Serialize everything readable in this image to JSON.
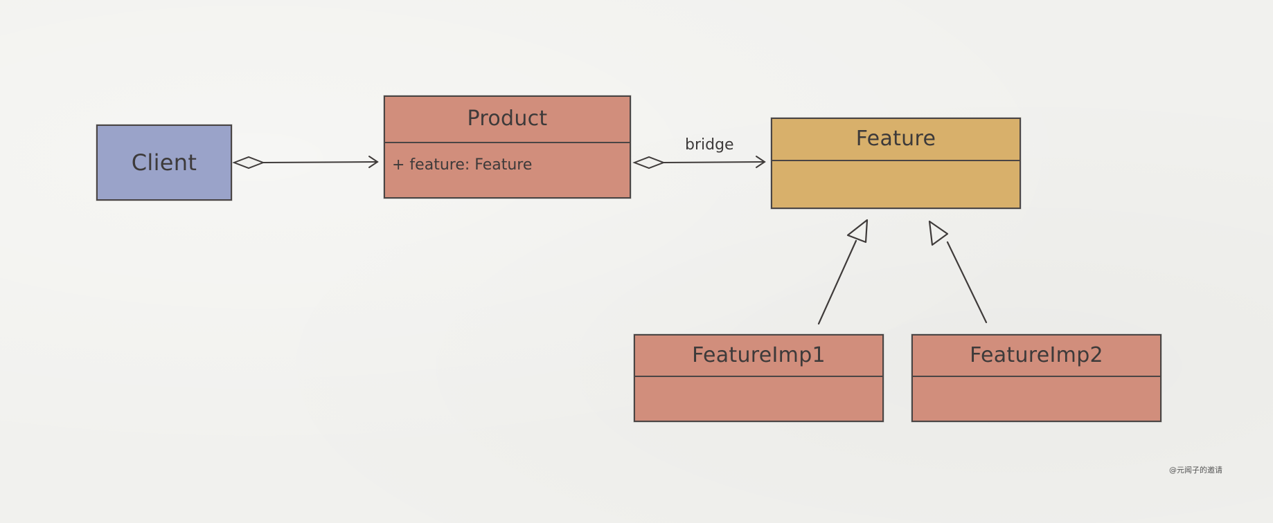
{
  "diagram": {
    "classes": {
      "client": {
        "name": "Client",
        "fill": "#9aa3c9"
      },
      "product": {
        "name": "Product",
        "attribute": "+ feature: Feature",
        "fill": "#d18e7c"
      },
      "feature": {
        "name": "Feature",
        "fill": "#d8b06b"
      },
      "feature_imp_1": {
        "name": "FeatureImp1",
        "fill": "#d18e7c"
      },
      "feature_imp_2": {
        "name": "FeatureImp2",
        "fill": "#d18e7c"
      }
    },
    "edges": {
      "bridge_label": "bridge"
    },
    "watermark": "@元闻子的邀请"
  }
}
